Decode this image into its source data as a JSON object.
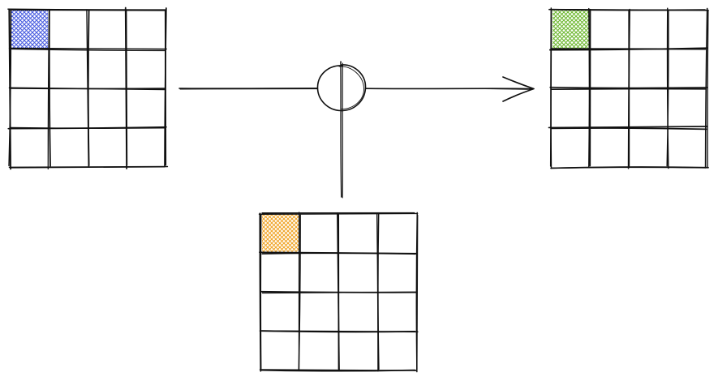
{
  "diagram": {
    "type": "hand-drawn-sketch",
    "description_free": true,
    "ink_color": "#111111",
    "grids": [
      {
        "id": "input-a",
        "rows": 4,
        "cols": 4,
        "highlight": {
          "row": 0,
          "col": 0,
          "color": "#4a5ee0"
        }
      },
      {
        "id": "input-b",
        "rows": 4,
        "cols": 4,
        "highlight": {
          "row": 0,
          "col": 0,
          "color": "#f0a52a"
        }
      },
      {
        "id": "output",
        "rows": 4,
        "cols": 4,
        "highlight": {
          "row": 0,
          "col": 0,
          "color": "#6fb832"
        }
      }
    ],
    "operator": {
      "symbol": "circle-with-vertical-bar"
    },
    "connectors": [
      {
        "from": "input-a",
        "to": "output",
        "style": "arrow"
      },
      {
        "from": "input-b",
        "to": "operator",
        "style": "line"
      }
    ]
  }
}
